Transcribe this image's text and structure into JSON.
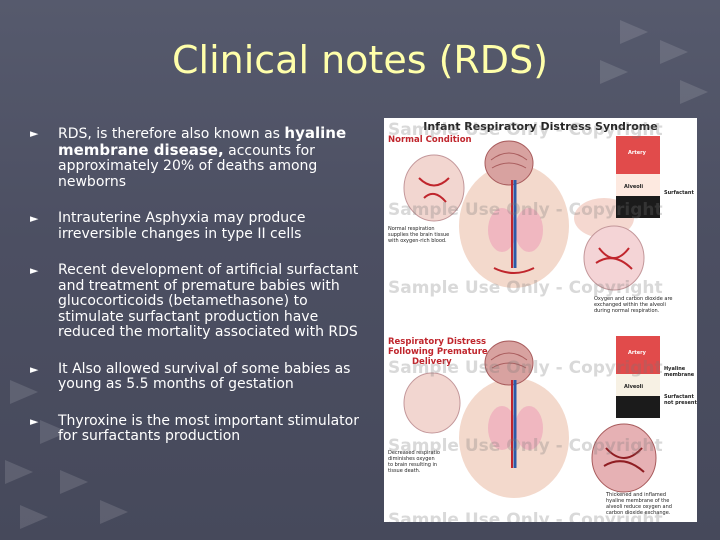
{
  "slide": {
    "title": "Clinical notes (RDS)",
    "bullet_marker": "►",
    "bullets": [
      {
        "part1": "RDS, is therefore also known as ",
        "bold": "hyaline membrane disease,",
        "part2": " accounts for approximately 20% of deaths among newborns"
      },
      {
        "text": "Intrauterine Asphyxia may produce irreversible changes in type II cells"
      },
      {
        "text": "Recent development of artificial surfactant and treatment of premature babies with glucocorticoids (betamethasone) to stimulate surfactant production have reduced the mortality associated with RDS"
      },
      {
        "text": "It Also allowed survival of some babies as young as 5.5 months of gestation"
      },
      {
        "text": "Thyroxine is the most important stimulator for surfactants production"
      }
    ]
  },
  "figure": {
    "title": "Infant Respiratory Distress Syndrome",
    "normal_label": "Normal Condition",
    "rds_label_1": "Respiratory Distress",
    "rds_label_2": "Following Premature",
    "rds_label_3": "Delivery",
    "artery": "Artery",
    "alveoli": "Alveoli",
    "surfactant": "Surfactant",
    "hyaline_1": "Hyaline",
    "hyaline_2": "membrane",
    "surfactant_not_1": "Surfactant",
    "surfactant_not_2": "not present",
    "normal_note_1": "Normal respiration",
    "normal_note_2": "supplies the brain tissue",
    "normal_note_3": "with oxygen-rich blood.",
    "exchange_note_1": "Oxygen and carbon dioxide are",
    "exchange_note_2": "exchanged within the alveoli",
    "exchange_note_3": "during normal respiration.",
    "decreased_note_1": "Decreased respiratio",
    "decreased_note_2": "diminishes oxygen",
    "decreased_note_3": "to brain resulting in",
    "decreased_note_4": "tissue death.",
    "thick_note_1": "Thickened and inflamed",
    "thick_note_2": "hyaline membrane of the",
    "thick_note_3": "alveoli reduce oxygen and",
    "thick_note_4": "carbon dioxide exchange.",
    "watermark": "Sample Use Only - Copyright",
    "colors": {
      "title": "#ffffaa",
      "background": "#4f5264",
      "label_red": "#c0262d"
    }
  }
}
